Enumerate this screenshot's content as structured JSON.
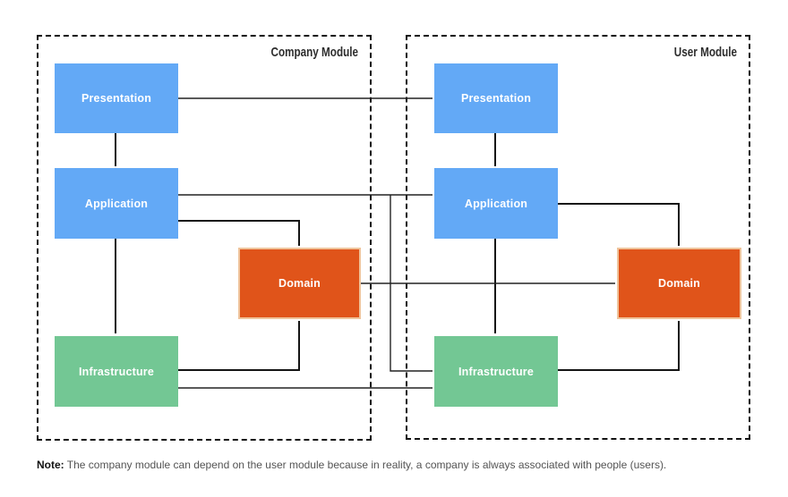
{
  "colors": {
    "layer_blue": "#63a9f6",
    "layer_green": "#73c794",
    "layer_orange": "#e0541a",
    "domain_border": "#efc49c",
    "connector": "#141414",
    "module_border": "#111111"
  },
  "modules": [
    {
      "id": "company",
      "title": "Company Module",
      "layers": {
        "presentation": "Presentation",
        "application": "Application",
        "domain": "Domain",
        "infrastructure": "Infrastructure"
      }
    },
    {
      "id": "user",
      "title": "User Module",
      "layers": {
        "presentation": "Presentation",
        "application": "Application",
        "domain": "Domain",
        "infrastructure": "Infrastructure"
      }
    }
  ],
  "connections": [
    {
      "from": "company.presentation",
      "to": "company.application",
      "type": "intra"
    },
    {
      "from": "company.application",
      "to": "company.infrastructure",
      "type": "intra"
    },
    {
      "from": "company.application",
      "to": "company.domain",
      "type": "intra"
    },
    {
      "from": "company.infrastructure",
      "to": "company.domain",
      "type": "intra"
    },
    {
      "from": "user.presentation",
      "to": "user.application",
      "type": "intra"
    },
    {
      "from": "user.application",
      "to": "user.infrastructure",
      "type": "intra"
    },
    {
      "from": "user.application",
      "to": "user.domain",
      "type": "intra"
    },
    {
      "from": "user.infrastructure",
      "to": "user.domain",
      "type": "intra"
    },
    {
      "from": "company.presentation",
      "to": "user.presentation",
      "type": "cross"
    },
    {
      "from": "company.application",
      "to": "user.application",
      "type": "cross"
    },
    {
      "from": "company.application",
      "to": "user.infrastructure",
      "type": "cross"
    },
    {
      "from": "company.domain",
      "to": "user.domain",
      "type": "cross"
    },
    {
      "from": "company.infrastructure",
      "to": "user.infrastructure",
      "type": "cross"
    }
  ],
  "note": {
    "label": "Note:",
    "text": " The company module can depend on the user module because in reality, a company is always associated with people (users)."
  }
}
